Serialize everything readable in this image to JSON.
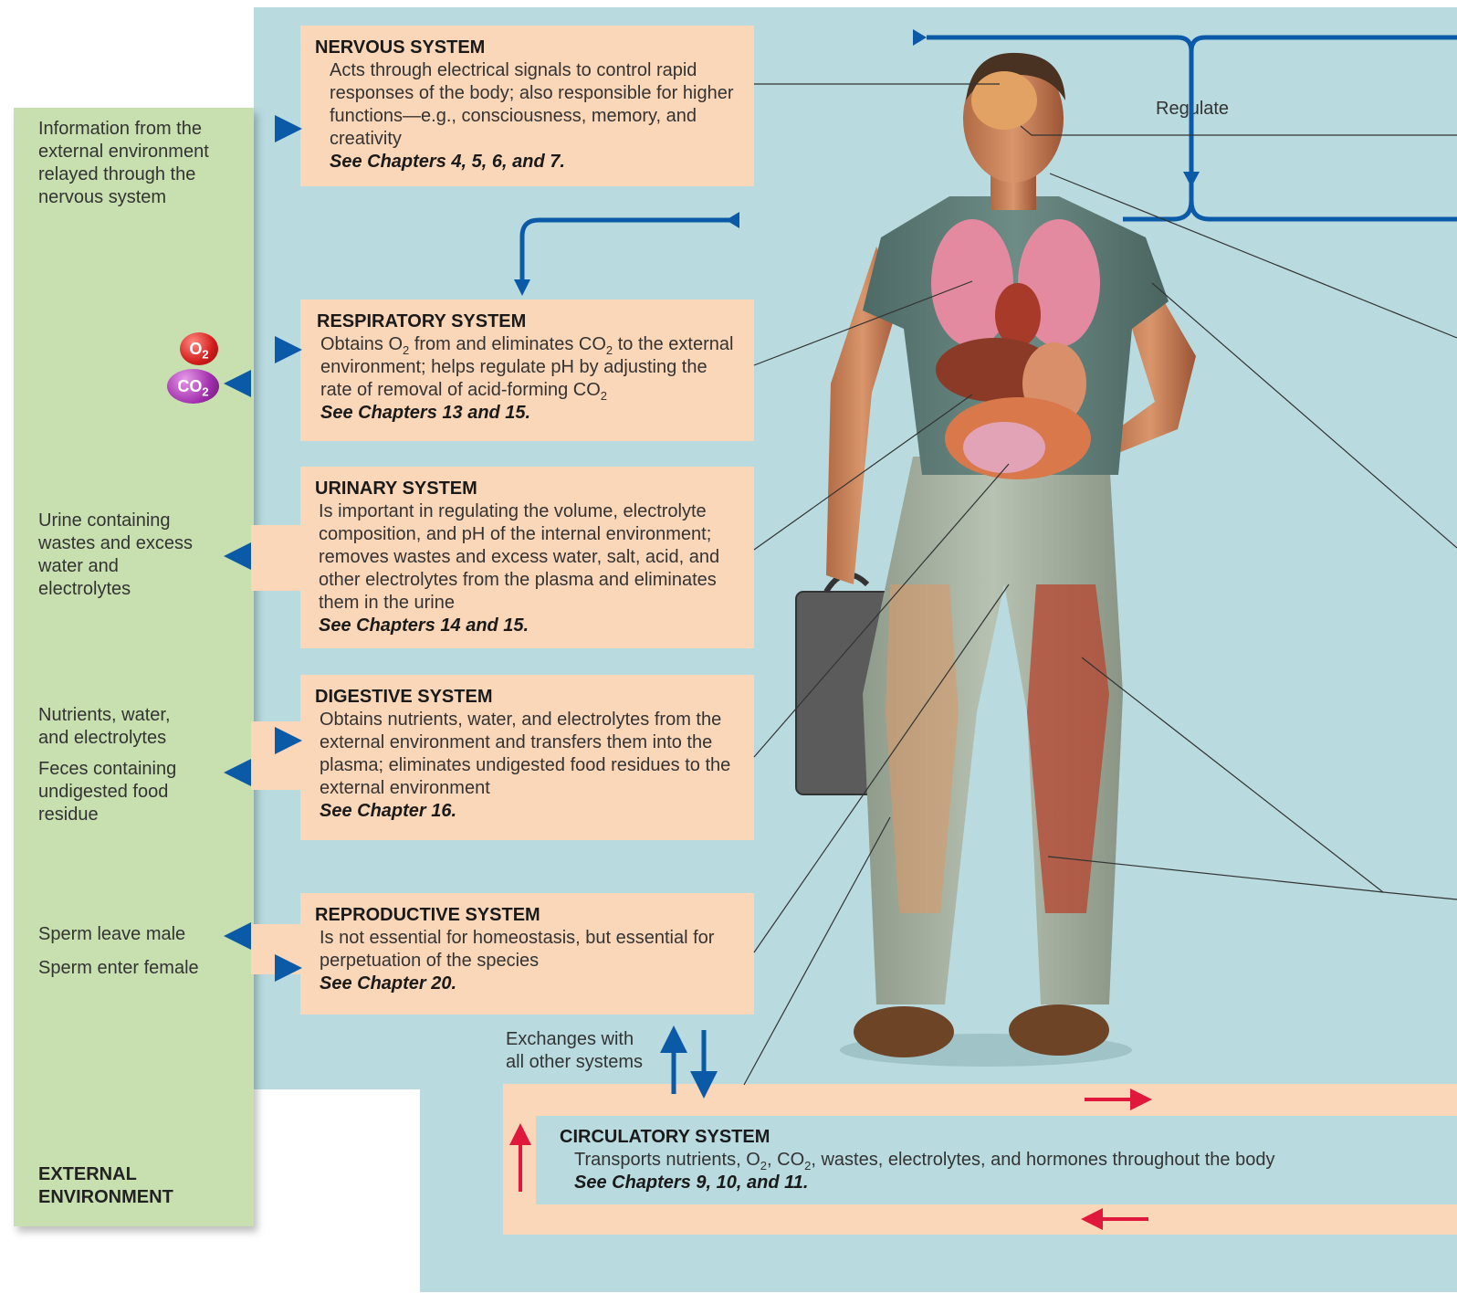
{
  "external": {
    "info_text": "Information from the\nexternal environment\nrelayed through the\nnervous system",
    "o2_symbol": "O",
    "o2_sub": "2",
    "co2_symbol": "CO",
    "co2_sub": "2",
    "urine_text": "Urine containing\nwastes and excess\nwater and\nelectrolytes",
    "nutrients_text": "Nutrients, water,\nand electrolytes",
    "feces_text": "Feces containing\nundigested food\nresidue",
    "sperm_leave_text": "Sperm leave male",
    "sperm_enter_text": "Sperm enter female",
    "label": "EXTERNAL\nENVIRONMENT"
  },
  "nervous": {
    "title": "NERVOUS SYSTEM",
    "desc": "Acts through electrical signals to control rapid responses of the body; also responsible for higher functions—e.g., consciousness, memory, and creativity",
    "ref": "See Chapters 4, 5, 6, and 7."
  },
  "respiratory": {
    "title": "RESPIRATORY SYSTEM",
    "desc_a": "Obtains O",
    "sub_a": "2",
    "desc_b": " from and eliminates CO",
    "sub_b": "2",
    "desc_c": " to the external environment; helps regulate pH by adjusting the rate of removal of acid-forming CO",
    "sub_c": "2",
    "ref": "See Chapters 13 and 15."
  },
  "urinary": {
    "title": "URINARY SYSTEM",
    "desc": "Is important in regulating the volume, electrolyte composition, and pH of the internal environment; removes wastes and excess water, salt, acid, and other electrolytes from the plasma and eliminates them in the urine",
    "ref": "See Chapters 14 and 15."
  },
  "digestive": {
    "title": "DIGESTIVE SYSTEM",
    "desc": "Obtains nutrients, water, and electrolytes from the external environment and transfers them into the plasma; eliminates undigested food residues to the external environment",
    "ref": "See Chapter 16."
  },
  "reproductive": {
    "title": "REPRODUCTIVE SYSTEM",
    "desc": "Is not essential for homeostasis, but essential for perpetuation of the species",
    "ref": "See Chapter 20."
  },
  "circulatory": {
    "title": "CIRCULATORY SYSTEM",
    "desc_a": "Transports nutrients, O",
    "sub_a": "2",
    "desc_b": ", CO",
    "sub_b": "2",
    "desc_c": ", wastes, electrolytes, and hormones throughout the body",
    "ref": "See Chapters 9, 10, and 11."
  },
  "labels": {
    "regulate": "Regulate",
    "exchanges": "Exchanges with\nall other systems"
  },
  "colors": {
    "internal_bg": "#b9dbe0",
    "external_bg": "#c8e0b0",
    "box_bg": "#fbd7b9",
    "arrow_blue": "#0b5aa8",
    "arrow_red": "#e0193c"
  }
}
